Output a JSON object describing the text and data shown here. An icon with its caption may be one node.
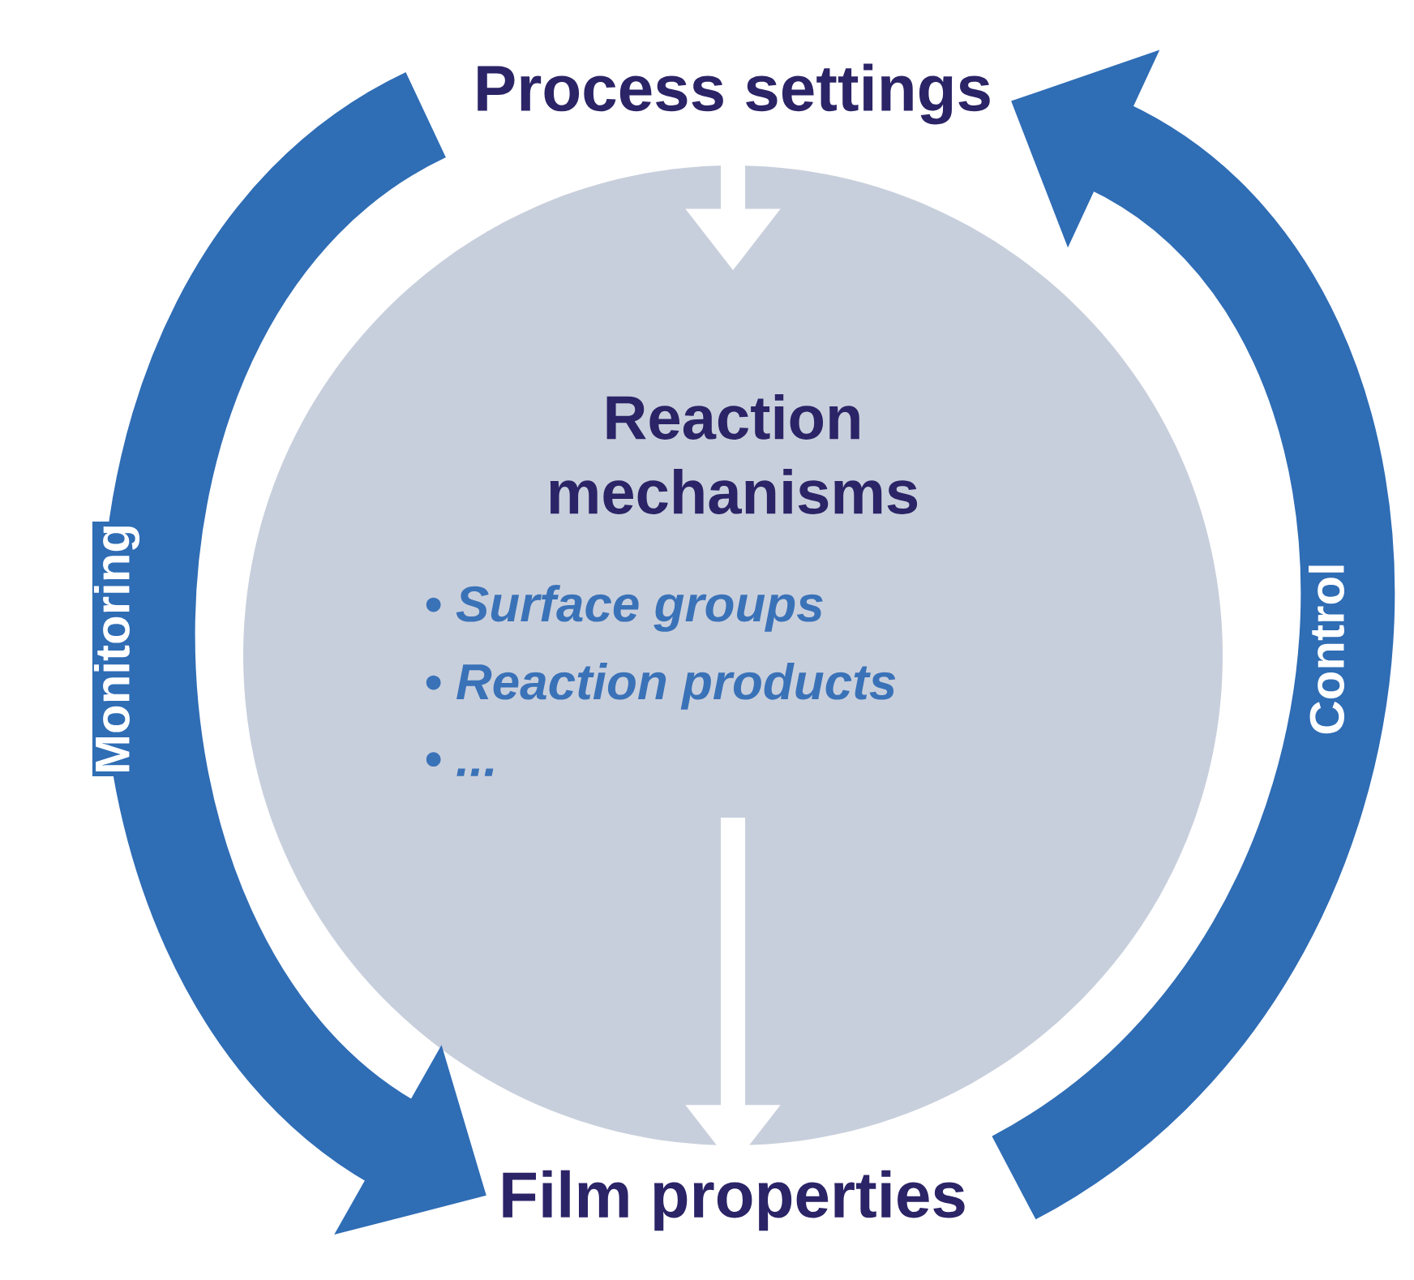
{
  "diagram": {
    "nodes": [
      {
        "text": [
          "Process settings"
        ]
      },
      {
        "text": [
          "Reaction mechanisms",
          "• Surface groups",
          "• Reaction products",
          "• ..."
        ]
      },
      {
        "text": [
          "Film properties"
        ]
      }
    ],
    "edges": [
      {
        "from": 0,
        "to": 1,
        "arrow": "to"
      },
      {
        "from": 1,
        "to": 2,
        "arrow": "to"
      },
      {
        "from": 0,
        "to": 2,
        "arrow": "to",
        "label": "Monitoring",
        "style": "thick",
        "color": "#2f6db5"
      },
      {
        "from": 2,
        "to": 0,
        "arrow": "to",
        "label": "Control",
        "style": "thick",
        "color": "#2f6db5"
      }
    ]
  }
}
